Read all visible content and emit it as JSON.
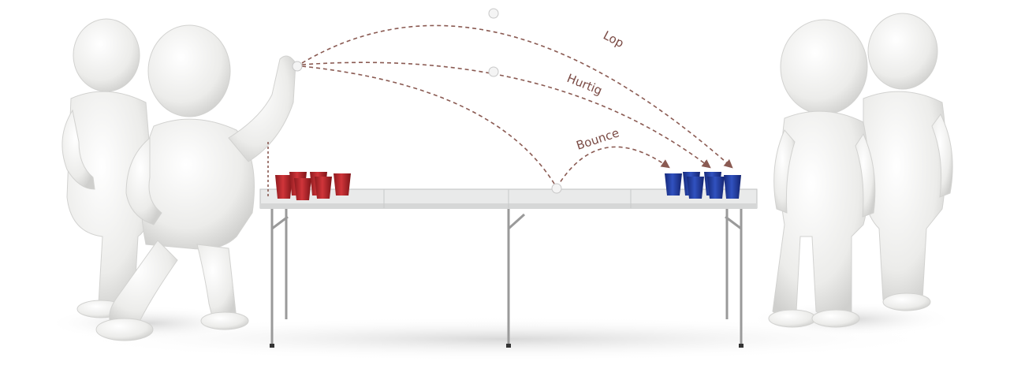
{
  "trajectories": [
    {
      "id": "lop",
      "label": "Lop"
    },
    {
      "id": "hurtig",
      "label": "Hurtig"
    },
    {
      "id": "bounce",
      "label": "Bounce"
    }
  ],
  "colors": {
    "trajectory": "#8a5a52",
    "figure": "#eeeeec",
    "figure_shadow": "#d6d6d4",
    "red_cup": "#b8262a",
    "blue_cup": "#1f3b9a",
    "table_top": "#e9eaea",
    "table_leg": "#9a9a9a",
    "ball": "#f4f4f4"
  },
  "cups": {
    "red_count": 6,
    "blue_count": 6
  }
}
